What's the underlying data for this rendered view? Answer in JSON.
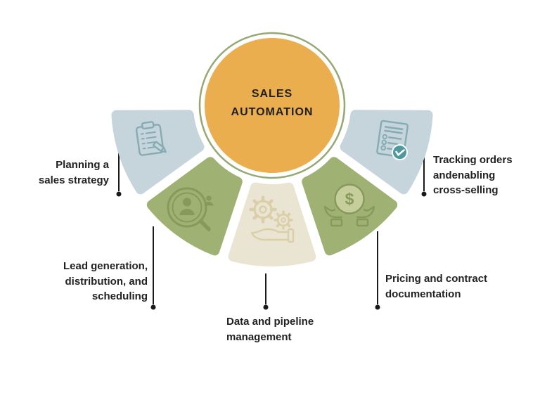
{
  "title": {
    "text": "SALES\nAUTOMATION"
  },
  "palette": {
    "background": "#FFFFFF",
    "center_fill": "#EBAE4F",
    "center_ring": "#96A873",
    "petal_blue": "#C5D5DB",
    "petal_green": "#9FB173",
    "petal_cream": "#EAE4D2",
    "icon_blue": "#84ACB2",
    "icon_green": "#87995C",
    "icon_cream": "#DBCFA9",
    "check_teal": "#4E98A0",
    "coin_fill": "#C6CF9C",
    "text": "#222222",
    "line": "#1A1A1A"
  },
  "segments": [
    {
      "label": "Planning a\nsales strategy",
      "icon": "clipboard-pencil-icon",
      "color_key": "petal_blue"
    },
    {
      "label": "Lead generation,\ndistribution, and\nscheduling",
      "icon": "person-search-icon",
      "color_key": "petal_green"
    },
    {
      "label": "Data and pipeline\nmanagement",
      "icon": "gears-hand-icon",
      "color_key": "petal_cream"
    },
    {
      "label": "Pricing and contract\ndocumentation",
      "icon": "hands-dollar-icon",
      "color_key": "petal_green",
      "currency_symbol": "$"
    },
    {
      "label": "Tracking orders\nandenabling\ncross-selling",
      "icon": "checklist-check-icon",
      "color_key": "petal_blue"
    }
  ]
}
